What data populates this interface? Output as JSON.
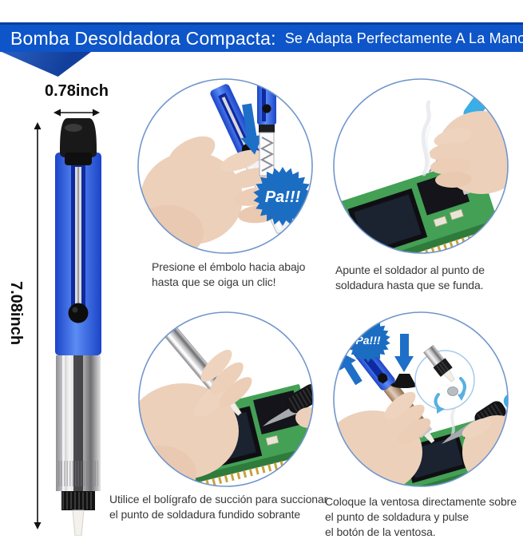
{
  "header": {
    "title": "Bomba Desoldadora Compacta:",
    "subtitle": "Se Adapta Perfectamente A La Mano"
  },
  "product": {
    "width_label": "0.78inch",
    "height_label": "7.08inch"
  },
  "steps": [
    {
      "badge": "Pa!!!",
      "caption_lines": [
        "Presione el émbolo hacia abajo",
        "hasta que se oiga un clic!"
      ]
    },
    {
      "caption_lines": [
        "Apunte el soldador al punto de",
        "soldadura hasta que se funda."
      ]
    },
    {
      "caption_lines": [
        "Utilice el bolígrafo de succión para succionar",
        "el punto de soldadura fundido sobrante"
      ]
    },
    {
      "badge": "Pa!!!",
      "caption_lines": [
        "Coloque la ventosa directamente sobre",
        "el punto de soldadura y pulse",
        "el botón de la ventosa."
      ]
    }
  ],
  "colors": {
    "header_blue": "#0d55c9",
    "header_edge": "#0a3f9e",
    "ribbon_blue": "#123f9c",
    "badge_blue": "#1b6dc2",
    "arrow_blue": "#1e6fc8",
    "circle_border": "#7096cc",
    "pcb_green": "#43a055",
    "iron_blue": "#3aaee6",
    "pump_blue": "#2b57d8",
    "caption_text": "#383838"
  }
}
